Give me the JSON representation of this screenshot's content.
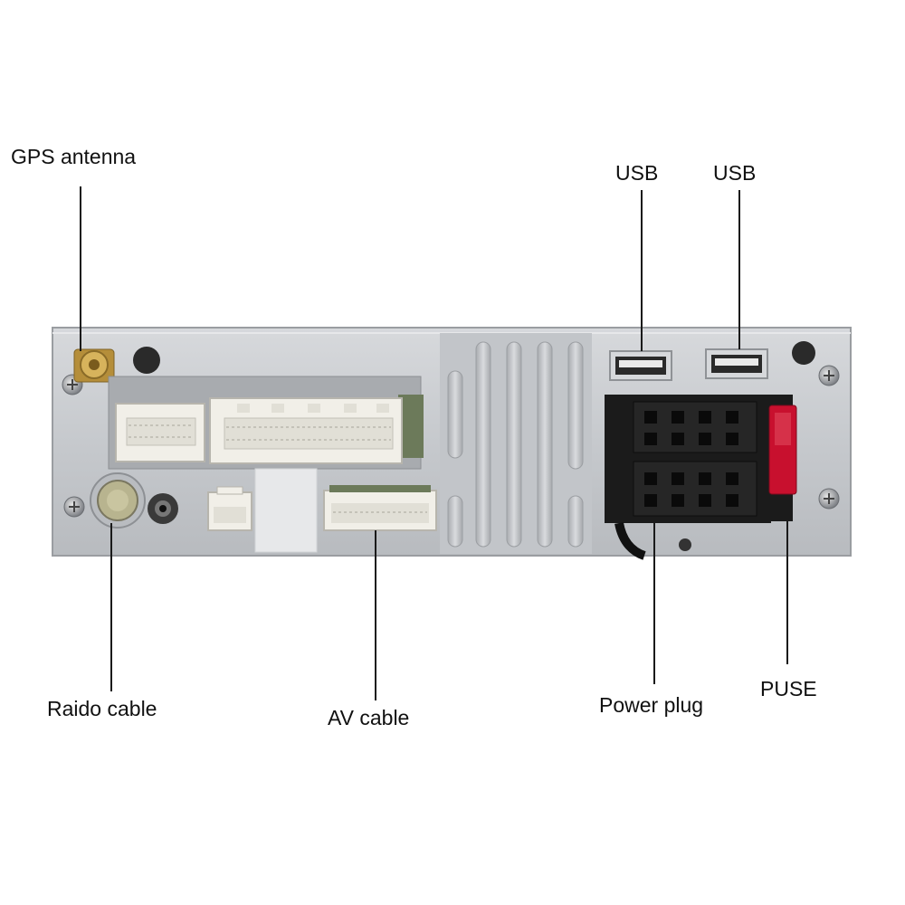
{
  "labels": {
    "gps_antenna": "GPS antenna",
    "usb_1": "USB",
    "usb_2": "USB",
    "radio_cable": "Raido cable",
    "av_cable": "AV cable",
    "power_plug": "Power plug",
    "fuse": "PUSE"
  },
  "colors": {
    "panel": "#c9ccd0",
    "connector_white": "#f1efe8",
    "plug_black": "#1b1b1b",
    "fuse_red": "#c8102e",
    "gps_gold": "#c8a24a",
    "leader": "#1a1a1a"
  }
}
